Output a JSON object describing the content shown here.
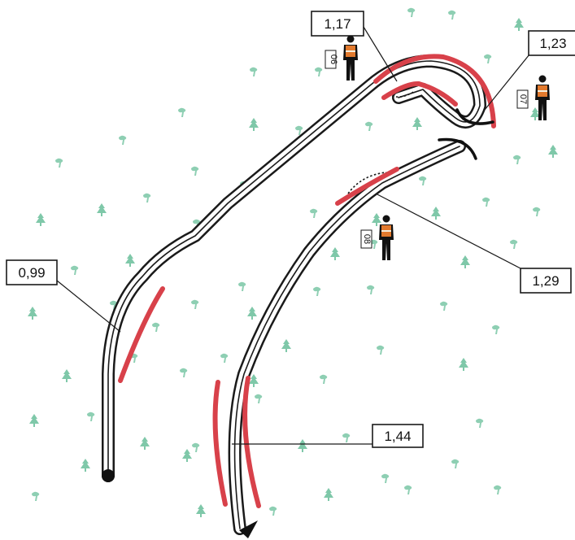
{
  "colors": {
    "tree": "#7fc8a9",
    "road_edge": "#1a1a1a",
    "danger_marking": "#d8414a",
    "vest": "#e27a2e"
  },
  "labels": {
    "value_a": "1,17",
    "value_b": "1,23",
    "value_c": "0,99",
    "value_d": "1,29",
    "value_e": "1,44"
  },
  "marshals": {
    "post_a": "06",
    "post_b": "07",
    "post_c": "08"
  },
  "icons": {
    "tree": "fir-tree-icon",
    "marshal": "marshal-icon",
    "start": "start-dot-icon",
    "finish": "finish-arrow-icon"
  }
}
